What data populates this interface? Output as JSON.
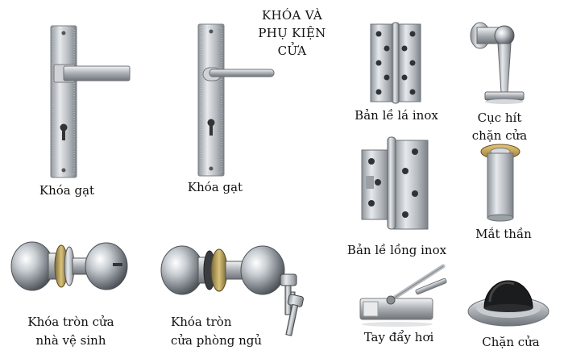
{
  "header": {
    "title_line1": "KHÓA VÀ",
    "title_line2": "PHỤ KIỆN CỬA"
  },
  "products": {
    "lever_lock_1": {
      "label": "Khóa gạt",
      "icon": "lever-handle-lock"
    },
    "lever_lock_2": {
      "label": "Khóa gạt",
      "icon": "lever-handle-lock"
    },
    "leaf_hinge": {
      "label": "Bản lề lá inox",
      "icon": "butt-hinge"
    },
    "magnet_stopper": {
      "label_line1": "Cục hít",
      "label_line2": "chặn cửa",
      "icon": "magnetic-door-catch"
    },
    "flush_hinge": {
      "label": "Bản lề lồng inox",
      "icon": "flush-hinge"
    },
    "peephole": {
      "label": "Mắt thần",
      "icon": "door-viewer"
    },
    "bathroom_knob": {
      "label_line1": "Khóa tròn cửa",
      "label_line2": "nhà vệ sinh",
      "icon": "knob-lock"
    },
    "bedroom_knob": {
      "label_line1": "Khóa tròn",
      "label_line2": "cửa phòng ngủ",
      "icon": "knob-lock-with-keys"
    },
    "door_closer": {
      "label": "Tay đẩy hơi",
      "icon": "door-closer"
    },
    "floor_stopper": {
      "label": "Chặn cửa",
      "icon": "floor-door-stop"
    }
  }
}
